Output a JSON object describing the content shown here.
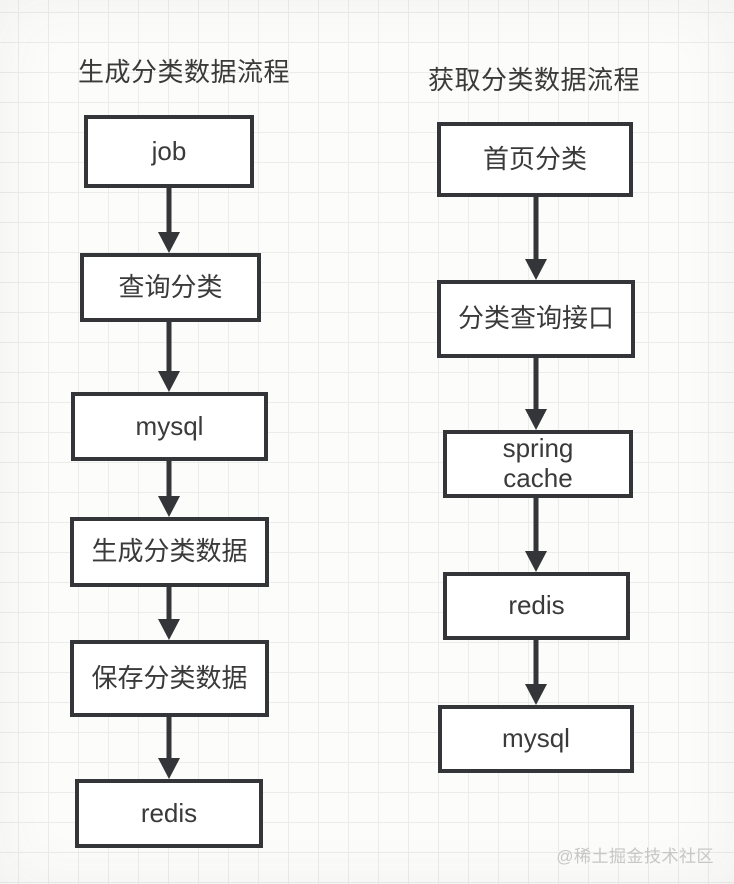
{
  "page": {
    "watermark": "@稀土掘金技术社区"
  },
  "flows": [
    {
      "title": "生成分类数据流程",
      "nodes": [
        {
          "label": "job"
        },
        {
          "label": "查询分类"
        },
        {
          "label": "mysql"
        },
        {
          "label": "生成分类数据"
        },
        {
          "label": "保存分类数据"
        },
        {
          "label": "redis"
        }
      ]
    },
    {
      "title": "获取分类数据流程",
      "nodes": [
        {
          "label": "首页分类"
        },
        {
          "label": "分类查询接口"
        },
        {
          "label": "spring\ncache"
        },
        {
          "label": "redis"
        },
        {
          "label": "mysql"
        }
      ]
    }
  ],
  "colors": {
    "stroke": "#333538",
    "box_fill": "#ffffff",
    "text": "#3a3a3a",
    "watermark": "#c7c7c7",
    "grid_line": "#ececec",
    "background": "#fcfcfa"
  }
}
